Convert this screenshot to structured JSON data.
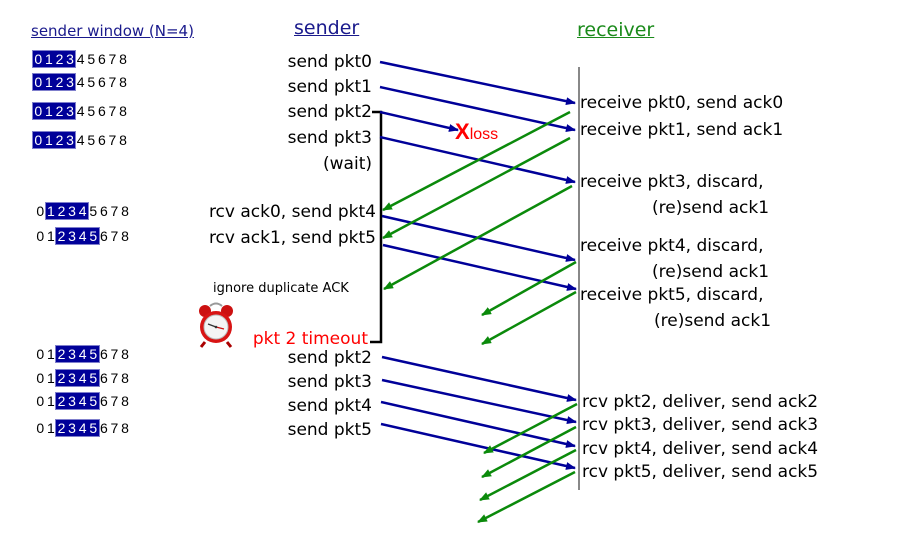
{
  "headers": {
    "sender_window": "sender window (N=4)",
    "sender": "sender",
    "receiver": "receiver"
  },
  "colors": {
    "window_highlight": "#000099",
    "packet_arrow": "#000099",
    "ack_arrow": "#0b8a0b",
    "sender_title": "#1a1a8c",
    "receiver_title": "#1a8a1a",
    "loss": "#ff0000",
    "timeout": "#ff0000"
  },
  "sender_windows": [
    {
      "seq": [
        "0",
        "1",
        "2",
        "3",
        "4",
        "5",
        "6",
        "7",
        "8"
      ],
      "window_start": 0,
      "window_size": 4
    },
    {
      "seq": [
        "0",
        "1",
        "2",
        "3",
        "4",
        "5",
        "6",
        "7",
        "8"
      ],
      "window_start": 0,
      "window_size": 4
    },
    {
      "seq": [
        "0",
        "1",
        "2",
        "3",
        "4",
        "5",
        "6",
        "7",
        "8"
      ],
      "window_start": 0,
      "window_size": 4
    },
    {
      "seq": [
        "0",
        "1",
        "2",
        "3",
        "4",
        "5",
        "6",
        "7",
        "8"
      ],
      "window_start": 0,
      "window_size": 4
    },
    {
      "seq": [
        "0",
        "1",
        "2",
        "3",
        "4",
        "5",
        "6",
        "7",
        "8"
      ],
      "window_start": 1,
      "window_size": 4
    },
    {
      "seq": [
        "0",
        "1",
        "2",
        "3",
        "4",
        "5",
        "6",
        "7",
        "8"
      ],
      "window_start": 2,
      "window_size": 4
    },
    {
      "seq": [
        "0",
        "1",
        "2",
        "3",
        "4",
        "5",
        "6",
        "7",
        "8"
      ],
      "window_start": 2,
      "window_size": 4
    },
    {
      "seq": [
        "0",
        "1",
        "2",
        "3",
        "4",
        "5",
        "6",
        "7",
        "8"
      ],
      "window_start": 2,
      "window_size": 4
    },
    {
      "seq": [
        "0",
        "1",
        "2",
        "3",
        "4",
        "5",
        "6",
        "7",
        "8"
      ],
      "window_start": 2,
      "window_size": 4
    },
    {
      "seq": [
        "0",
        "1",
        "2",
        "3",
        "4",
        "5",
        "6",
        "7",
        "8"
      ],
      "window_start": 2,
      "window_size": 4
    }
  ],
  "sender_events": [
    "send  pkt0",
    "send  pkt1",
    "send  pkt2",
    "send  pkt3",
    "(wait)",
    "rcv ack0, send pkt4",
    "rcv ack1, send pkt5",
    "ignore duplicate ACK",
    "pkt 2 timeout",
    "send  pkt2",
    "send  pkt3",
    "send  pkt4",
    "send  pkt5"
  ],
  "loss": {
    "marker": "X",
    "label": "loss"
  },
  "receiver_events": [
    "receive pkt0, send ack0",
    "receive pkt1, send ack1",
    "receive pkt3, discard,",
    "(re)send ack1",
    "receive pkt4, discard,",
    "(re)send ack1",
    "receive pkt5, discard,",
    "(re)send ack1",
    "rcv pkt2, deliver, send ack2",
    "rcv pkt3, deliver, send ack3",
    "rcv pkt4, deliver, send ack4",
    "rcv pkt5, deliver, send ack5"
  ],
  "icons": {
    "timer": "alarm-clock-icon"
  }
}
